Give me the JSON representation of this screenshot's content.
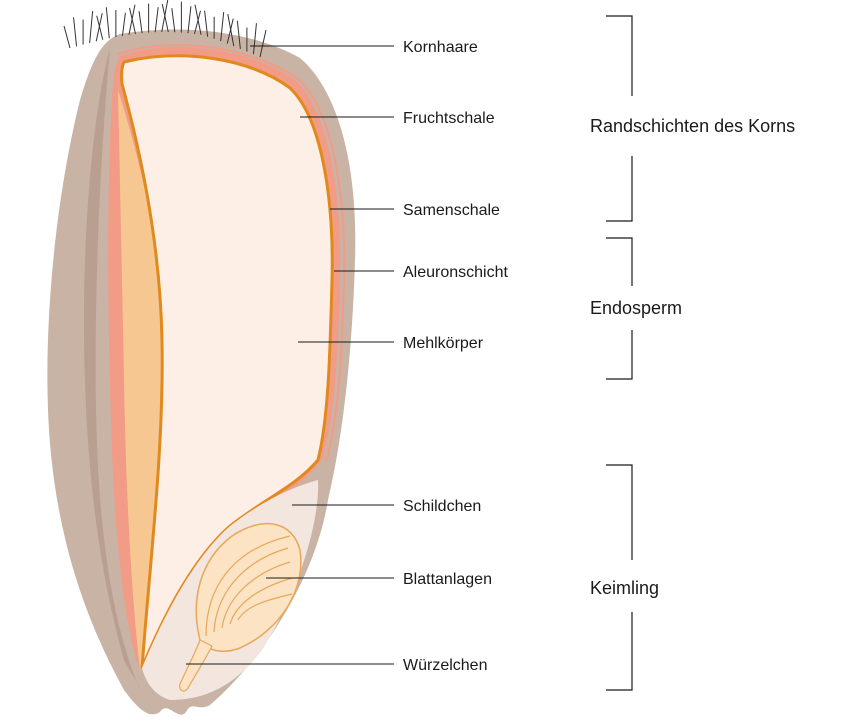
{
  "labels": {
    "kornhaare": "Kornhaare",
    "fruchtschale": "Fruchtschale",
    "samenschale": "Samenschale",
    "aleuronschicht": "Aleuronschicht",
    "mehlkoerper": "Mehlkörper",
    "schildchen": "Schildchen",
    "blattanlagen": "Blattanlagen",
    "wuerzelchen": "Würzelchen"
  },
  "groups": {
    "randschichten": "Randschichten des Korns",
    "endosperm": "Endosperm",
    "keimling": "Keimling"
  },
  "colors": {
    "husk": "#c9b3a5",
    "husk_dark": "#b89f90",
    "seed_coat": "#f29b86",
    "aleurone": "#e08a1e",
    "endosperm": "#fdeee6",
    "crease": "#f7c792",
    "germ": "#f2e6de",
    "embryo": "#fbe3c3",
    "hair": "#333333",
    "line": "#1a1a1a"
  }
}
